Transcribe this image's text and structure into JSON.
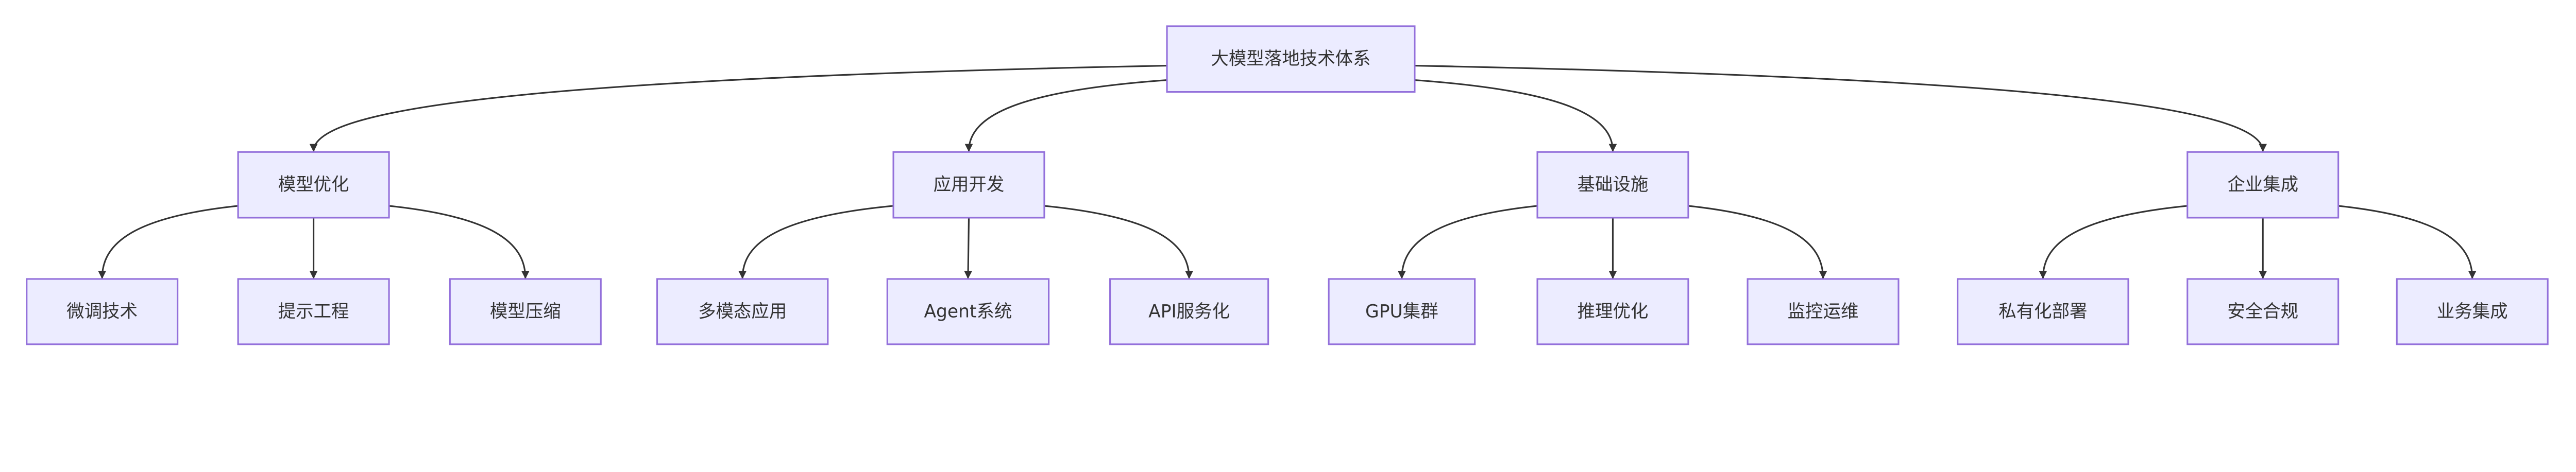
{
  "diagram": {
    "type": "flowchart-top-down",
    "colors": {
      "node_fill": "#ECECFF",
      "node_border": "#9370DB",
      "edge": "#333333",
      "text": "#333333"
    },
    "root": {
      "label": "大模型落地技术体系"
    },
    "branches": [
      {
        "label": "模型优化",
        "children": [
          "微调技术",
          "提示工程",
          "模型压缩"
        ]
      },
      {
        "label": "应用开发",
        "children": [
          "多模态应用",
          "Agent系统",
          "API服务化"
        ]
      },
      {
        "label": "基础设施",
        "children": [
          "GPU集群",
          "推理优化",
          "监控运维"
        ]
      },
      {
        "label": "企业集成",
        "children": [
          "私有化部署",
          "安全合规",
          "业务集成"
        ]
      }
    ]
  }
}
